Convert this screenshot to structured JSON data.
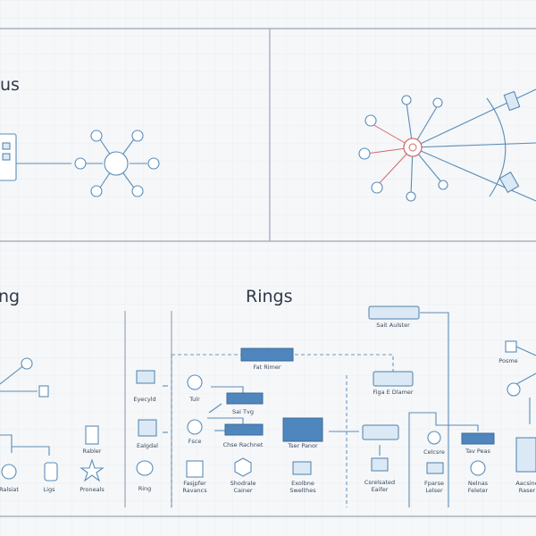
{
  "panels": {
    "top_left_title": "us",
    "bottom_left_title": "ng",
    "bottom_title": "Rings"
  },
  "labels": {
    "eyecyld": "Eyecyld",
    "tulr": "Tulr",
    "sai_tvg": "Sai Tvg",
    "ealgdal": "Ealgdal",
    "fsce": "Fsce",
    "chse_rachnet": "Chse Rachnet",
    "fat_rimer": "Fat Rimer",
    "sait_aulster": "Sait Aulster",
    "figa_dlamer": "Figa E Dlamer",
    "tser_panor": "Tser Panor",
    "csrelsated_eaifer": [
      "Csrelsated",
      "Eaifer"
    ],
    "celcsre": "Celcsre",
    "tav_peas": "Tav Peas",
    "posme": "Posme",
    "rabler": "Rabler",
    "ralsiat": "Ralsiat",
    "ligs": "Ligs",
    "proneals": "Proneals",
    "ring": "Ring",
    "fasjpfer": [
      "Fasjpfer",
      "Ravancs"
    ],
    "shodrale": [
      "Shodrale",
      "Cainer"
    ],
    "exolbne": [
      "Exolbne",
      "Swelthes"
    ],
    "fparse": [
      "Fparse",
      "Lelser"
    ],
    "nelnas": [
      "Nelnas",
      "Feleter"
    ],
    "aacsine": [
      "Aacsine",
      "Raser"
    ]
  },
  "colors": {
    "line": "#5b8db8",
    "accent_red": "#d36a6a",
    "device": "#4f86bd"
  }
}
